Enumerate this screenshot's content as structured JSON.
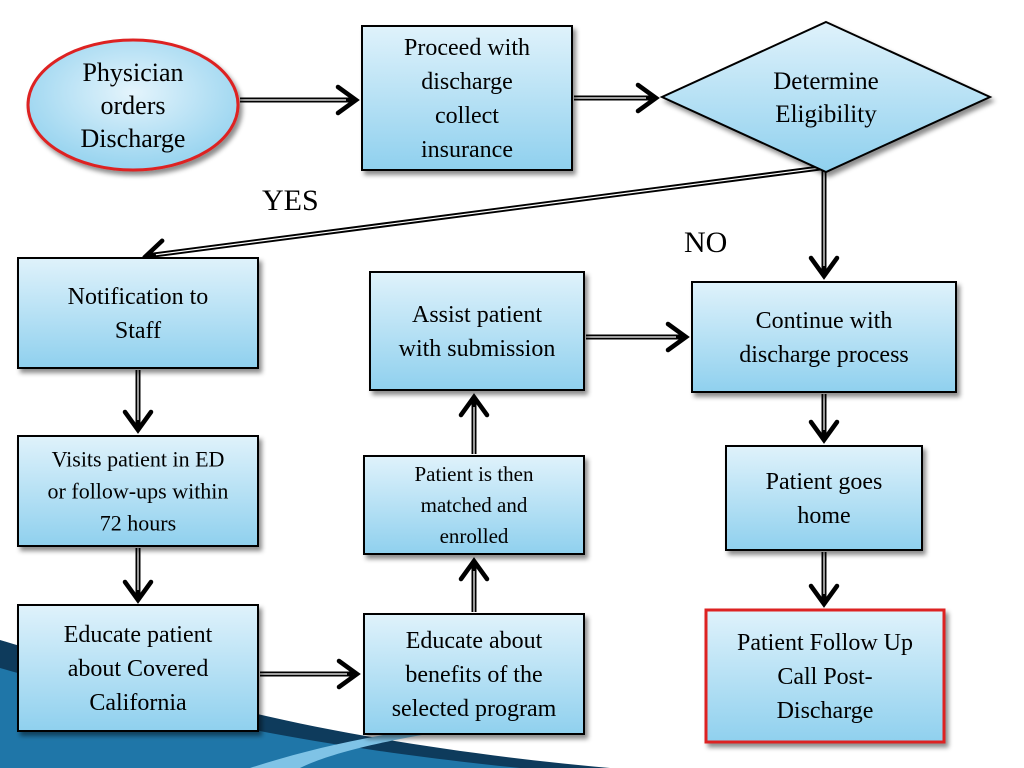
{
  "colors": {
    "box_fill_top": "#dff2fb",
    "box_fill_bottom": "#8fd0ee",
    "box_border": "#000000",
    "highlight_border": "#dd2222",
    "start_fill_top": "#e4f4fc",
    "start_fill_bottom": "#96d3ef",
    "decoration_dark": "#0e3b5c",
    "decoration_mid": "#1f76a8",
    "decoration_light": "#7fc3e6"
  },
  "nodes": [
    {
      "id": "start",
      "shape": "ellipse",
      "highlight": true,
      "lines": [
        "Physician",
        "orders",
        "Discharge"
      ]
    },
    {
      "id": "proceed",
      "shape": "rect",
      "lines": [
        "Proceed with",
        "discharge",
        "collect",
        "insurance"
      ]
    },
    {
      "id": "eligibility",
      "shape": "diamond",
      "lines": [
        "Determine",
        "Eligibility"
      ]
    },
    {
      "id": "notify",
      "shape": "rect",
      "lines": [
        "Notification to",
        "Staff"
      ]
    },
    {
      "id": "visits",
      "shape": "rect",
      "lines": [
        "Visits patient in ED",
        "or follow-ups within",
        "72 hours"
      ]
    },
    {
      "id": "educate-cc",
      "shape": "rect",
      "lines": [
        "Educate patient",
        "about Covered",
        "California"
      ]
    },
    {
      "id": "educate-benefits",
      "shape": "rect",
      "lines": [
        "Educate about",
        "benefits of the",
        "selected program"
      ]
    },
    {
      "id": "matched",
      "shape": "rect",
      "lines": [
        "Patient is then",
        "matched and",
        "enrolled"
      ]
    },
    {
      "id": "assist",
      "shape": "rect",
      "lines": [
        "Assist patient",
        "with submission"
      ]
    },
    {
      "id": "continue",
      "shape": "rect",
      "lines": [
        "Continue with",
        "discharge process"
      ]
    },
    {
      "id": "home",
      "shape": "rect",
      "lines": [
        "Patient goes",
        "home"
      ]
    },
    {
      "id": "followup",
      "shape": "rect",
      "highlight": true,
      "lines": [
        "Patient Follow Up",
        "Call Post-",
        "Discharge"
      ]
    }
  ],
  "edges": [
    {
      "from": "start",
      "to": "proceed"
    },
    {
      "from": "proceed",
      "to": "eligibility"
    },
    {
      "from": "eligibility",
      "to": "notify",
      "label": "yes"
    },
    {
      "from": "eligibility",
      "to": "continue",
      "label": "no"
    },
    {
      "from": "notify",
      "to": "visits"
    },
    {
      "from": "visits",
      "to": "educate-cc"
    },
    {
      "from": "educate-cc",
      "to": "educate-benefits"
    },
    {
      "from": "educate-benefits",
      "to": "matched"
    },
    {
      "from": "matched",
      "to": "assist"
    },
    {
      "from": "assist",
      "to": "continue"
    },
    {
      "from": "continue",
      "to": "home"
    },
    {
      "from": "home",
      "to": "followup"
    }
  ],
  "labels": {
    "yes": "YES",
    "no": "NO"
  }
}
